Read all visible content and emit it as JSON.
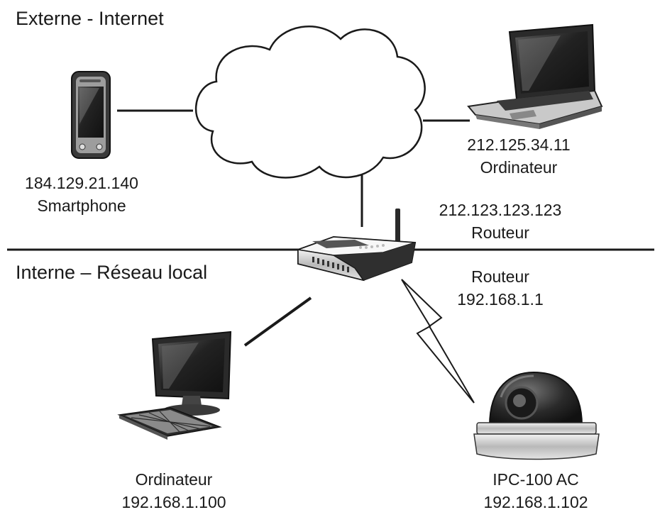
{
  "zones": {
    "external": "Externe - Internet",
    "internal": "Interne – Réseau local"
  },
  "devices": {
    "smartphone": {
      "ip": "184.129.21.140",
      "label": "Smartphone"
    },
    "laptop": {
      "ip": "212.125.34.11",
      "label": "Ordinateur"
    },
    "router_wan": {
      "ip": "212.123.123.123",
      "label": "Routeur"
    },
    "router_lan": {
      "label": "Routeur",
      "ip": "192.168.1.1"
    },
    "desktop": {
      "label": "Ordinateur",
      "ip": "192.168.1.100"
    },
    "camera": {
      "label": "IPC-100 AC",
      "ip": "192.168.1.102"
    }
  },
  "colors": {
    "ink": "#1a1a1a",
    "dark": "#2b2b2b",
    "mid": "#8a8a8a",
    "light": "#d9d9d9"
  },
  "icons": [
    "cloud-icon",
    "smartphone-icon",
    "laptop-icon",
    "router-icon",
    "desktop-computer-icon",
    "dome-camera-icon",
    "wireless-bolt-icon"
  ]
}
